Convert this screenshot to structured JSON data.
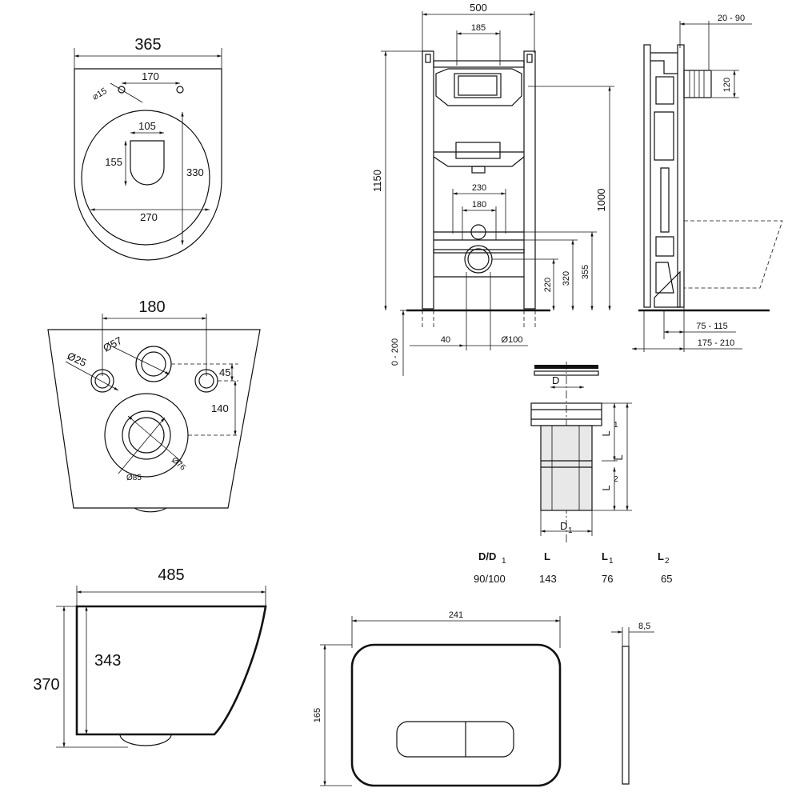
{
  "bowl_top": {
    "width": "365",
    "hole_spacing": "170",
    "hole_dia": "⌀15",
    "outlet_width": "105",
    "outlet_depth": "155",
    "inner_depth": "330",
    "inner_width": "270"
  },
  "bowl_back": {
    "inlet_spacing": "180",
    "bolt_dia": "Ø25",
    "inlet_dia": "Ø57",
    "inlet_height": "45",
    "outlet_height": "140",
    "outlet_outer": "Ø85",
    "outlet_inner": "Ø76"
  },
  "bowl_side": {
    "length": "485",
    "height": "370",
    "inner_height": "343"
  },
  "frame_front": {
    "width": "500",
    "inner_width": "185",
    "total_height": "1150",
    "height_1000": "1000",
    "inlet_span": "230",
    "bolt_span": "180",
    "h355": "355",
    "h320": "320",
    "h220": "220",
    "leg_adjust": "0 - 200",
    "leg_offset": "40",
    "drain_dia": "Ø100"
  },
  "frame_side": {
    "depth_adjust": "20 - 90",
    "pipe_height": "120",
    "range_1": "75 - 115",
    "range_2": "175 - 210"
  },
  "pipe": {
    "label_D": "D",
    "label_D1": "D",
    "label_L": "L",
    "label_L1": "L",
    "label_L2": "L",
    "headers": [
      "D/D",
      "L",
      "L",
      "L"
    ],
    "values": [
      "90/100",
      "143",
      "76",
      "65"
    ]
  },
  "plate_front": {
    "width": "241",
    "height": "165"
  },
  "plate_side": {
    "thickness": "8,5"
  }
}
